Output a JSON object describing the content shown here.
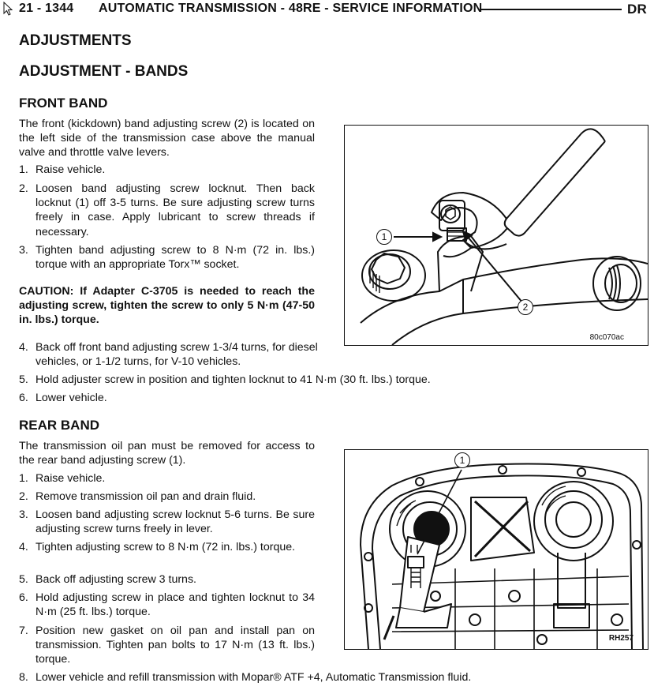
{
  "header": {
    "page_number": "21 - 1344",
    "title": "AUTOMATIC TRANSMISSION - 48RE - SERVICE INFORMATION",
    "right_label": "DR"
  },
  "headings": {
    "adjustments": "ADJUSTMENTS",
    "adjustment_bands": "ADJUSTMENT - BANDS",
    "front_band": "FRONT BAND",
    "rear_band": "REAR BAND"
  },
  "front_band": {
    "intro": "The front (kickdown) band adjusting screw (2) is located on the left side of the transmission case above the manual valve and throttle valve levers.",
    "steps_a": [
      {
        "num": "1.",
        "text": "Raise vehicle."
      },
      {
        "num": "2.",
        "text": "Loosen band adjusting screw locknut. Then back locknut (1) off 3-5 turns. Be sure adjusting screw turns freely in case. Apply lubricant to screw threads if necessary."
      },
      {
        "num": "3.",
        "text": "Tighten band adjusting screw to 8 N·m (72 in. lbs.) torque with an appropriate Torx™ socket."
      }
    ],
    "caution": "CAUTION: If Adapter C-3705 is needed to reach the adjusting screw, tighten the screw to only 5 N·m (47-50 in. lbs.) torque.",
    "steps_b": [
      {
        "num": "4.",
        "text": "Back off front band adjusting screw 1-3/4 turns, for diesel vehicles, or 1-1/2 turns, for V-10 vehicles."
      },
      {
        "num": "5.",
        "text": "Hold adjuster screw in position and tighten locknut to 41 N·m (30 ft. lbs.) torque."
      },
      {
        "num": "6.",
        "text": "Lower vehicle."
      }
    ],
    "figure": {
      "callout_1": "1",
      "callout_2": "2",
      "fig_id": "80c070ac"
    }
  },
  "rear_band": {
    "intro": "The transmission oil pan must be removed for access to the rear band adjusting screw (1).",
    "steps": [
      {
        "num": "1.",
        "text": "Raise vehicle."
      },
      {
        "num": "2.",
        "text": "Remove transmission oil pan and drain fluid."
      },
      {
        "num": "3.",
        "text": "Loosen band adjusting screw locknut 5-6 turns. Be sure adjusting screw turns freely in lever."
      },
      {
        "num": "4.",
        "text": "Tighten adjusting screw to 8 N·m (72 in. lbs.) torque."
      },
      {
        "num": "5.",
        "text": "Back off adjusting screw 3 turns."
      },
      {
        "num": "6.",
        "text": "Hold adjusting screw in place and tighten locknut to 34 N·m (25 ft. lbs.) torque."
      },
      {
        "num": "7.",
        "text": "Position new gasket on oil pan and install pan on transmission. Tighten pan bolts to 17 N·m (13 ft. lbs.) torque."
      },
      {
        "num": "8.",
        "text": "Lower vehicle and refill transmission with Mopar® ATF +4, Automatic Transmission fluid."
      }
    ],
    "figure": {
      "callout_1": "1",
      "fig_id": "RH257"
    }
  }
}
